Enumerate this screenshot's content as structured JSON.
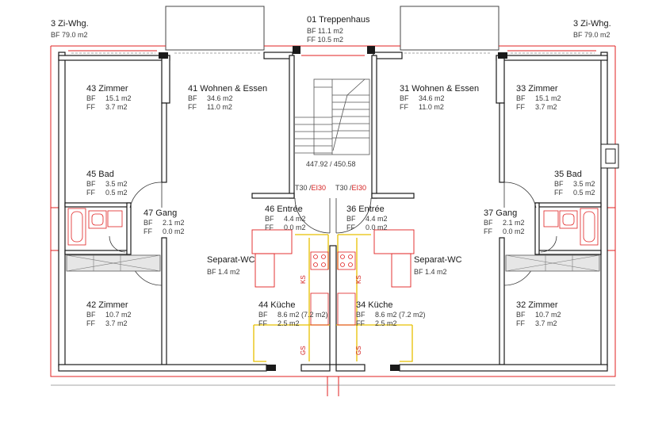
{
  "units": [
    {
      "title": "3 Zi-Whg.",
      "bf": "BF  79.0 m2"
    },
    {
      "title": "3 Zi-Whg.",
      "bf": "BF  79.0 m2"
    }
  ],
  "stair": {
    "name": "01  Treppenhaus",
    "bf": "BF  11.1 m2",
    "ff": "FF  10.5 m2",
    "level": "447.92 / 450.58"
  },
  "doors": [
    {
      "t": "T30 /",
      "ei": "EI30"
    },
    {
      "t": "T30 /",
      "ei": "EI30"
    }
  ],
  "rooms": [
    {
      "name": "43  Zimmer",
      "bf_k": "BF",
      "bf": "15.1 m2",
      "ff_k": "FF",
      "ff": "3.7 m2"
    },
    {
      "name": "41  Wohnen & Essen",
      "bf_k": "BF",
      "bf": "34.6 m2",
      "ff_k": "FF",
      "ff": "11.0 m2"
    },
    {
      "name": "31  Wohnen & Essen",
      "bf_k": "BF",
      "bf": "34.6 m2",
      "ff_k": "FF",
      "ff": "11.0 m2"
    },
    {
      "name": "33  Zimmer",
      "bf_k": "BF",
      "bf": "15.1 m2",
      "ff_k": "FF",
      "ff": "3.7 m2"
    },
    {
      "name": "45  Bad",
      "bf_k": "BF",
      "bf": "3.5 m2",
      "ff_k": "FF",
      "ff": "0.5 m2"
    },
    {
      "name": "35  Bad",
      "bf_k": "BF",
      "bf": "3.5 m2",
      "ff_k": "FF",
      "ff": "0.5 m2"
    },
    {
      "name": "47  Gang",
      "bf_k": "BF",
      "bf": "2.1 m2",
      "ff_k": "FF",
      "ff": "0.0 m2"
    },
    {
      "name": "46  Entrée",
      "bf_k": "BF",
      "bf": "4.4 m2",
      "ff_k": "FF",
      "ff": "0.0 m2"
    },
    {
      "name": "36  Entrée",
      "bf_k": "BF",
      "bf": "4.4 m2",
      "ff_k": "FF",
      "ff": "0.0 m2"
    },
    {
      "name": "37  Gang",
      "bf_k": "BF",
      "bf": "2.1 m2",
      "ff_k": "FF",
      "ff": "0.0 m2"
    },
    {
      "name": "42  Zimmer",
      "bf_k": "BF",
      "bf": "10.7 m2",
      "ff_k": "FF",
      "ff": "3.7 m2"
    },
    {
      "name": "44  Küche",
      "bf_k": "BF",
      "bf": "8.6 m2  (7.2 m2)",
      "ff_k": "FF",
      "ff": "2.5 m2"
    },
    {
      "name": "34  Küche",
      "bf_k": "BF",
      "bf": "8.6 m2  (7.2 m2)",
      "ff_k": "FF",
      "ff": "2.5 m2"
    },
    {
      "name": "32  Zimmer",
      "bf_k": "BF",
      "bf": "10.7 m2",
      "ff_k": "FF",
      "ff": "3.7 m2"
    }
  ],
  "wc": [
    {
      "name": "Separat-WC",
      "bf": "BF    1.4 m2"
    },
    {
      "name": "Separat-WC",
      "bf": "BF    1.4 m2"
    }
  ],
  "marks": {
    "ks": "KS",
    "gs": "GS"
  },
  "colors": {
    "wall": "#1a1a1a",
    "outline": "#e02020",
    "kitchen": "#e8c000",
    "hatch": "#dcdcdc"
  }
}
